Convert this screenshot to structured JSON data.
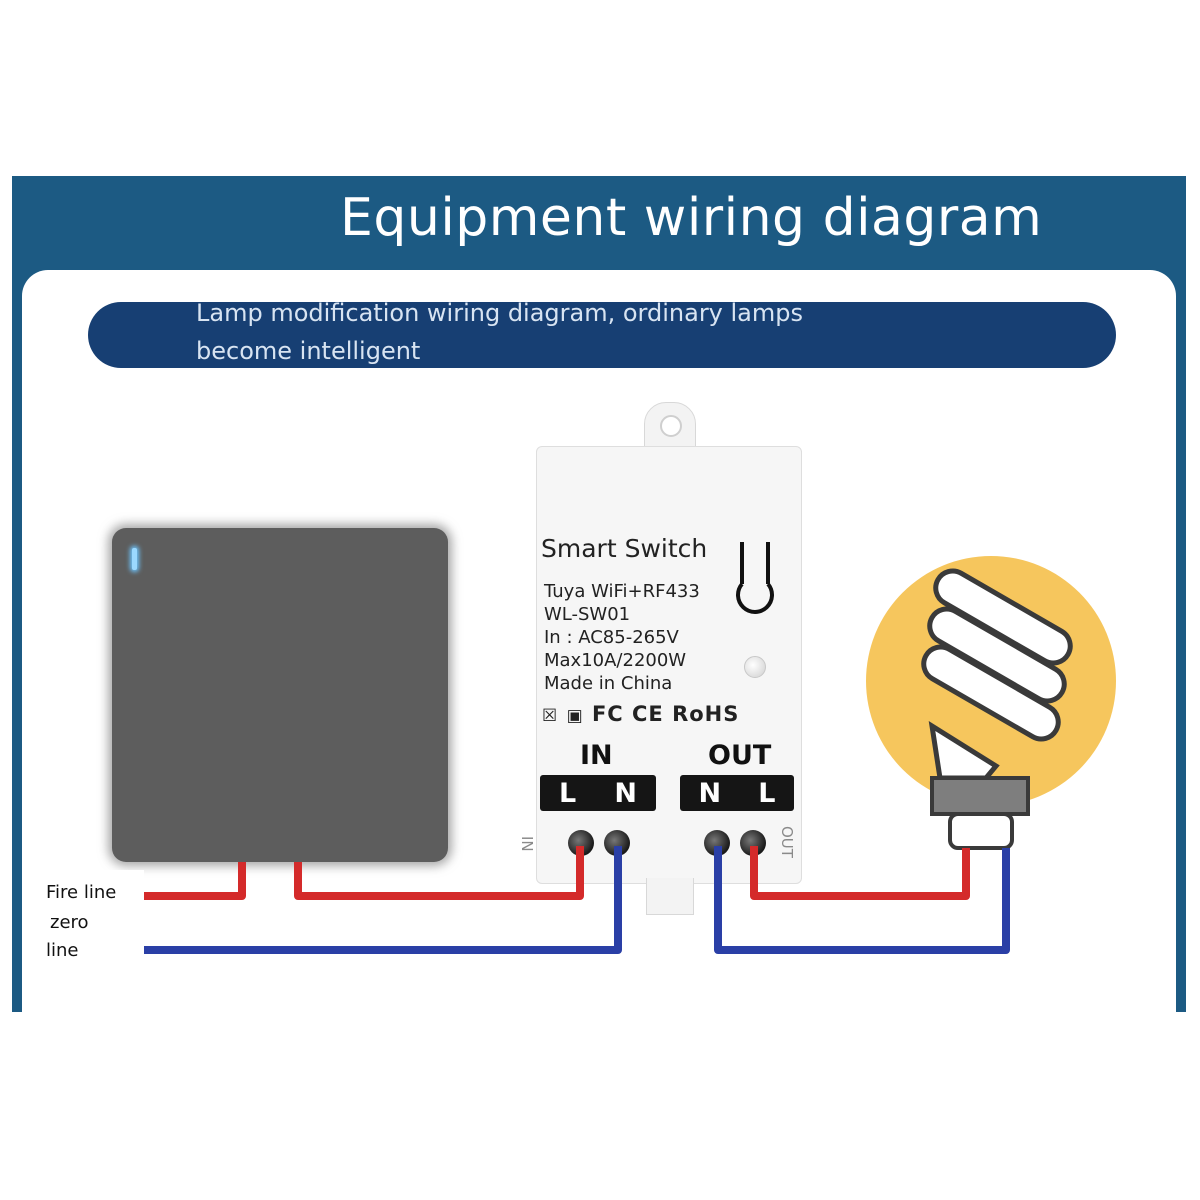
{
  "header": {
    "title": "Equipment wiring diagram",
    "subtitle_line1": "Lamp modification wiring diagram, ordinary lamps",
    "subtitle_line2": "become intelligent"
  },
  "module": {
    "name": "Smart Switch",
    "specs": [
      "Tuya WiFi+RF433",
      "WL-SW01",
      "In : AC85-265V",
      "Max10A/2200W",
      "Made in China"
    ],
    "certifications": "FC CE RoHS",
    "in_label": "IN",
    "out_label": "OUT",
    "in_terminals": [
      "L",
      "N"
    ],
    "out_terminals": [
      "N",
      "L"
    ],
    "side_in": "IN",
    "side_out": "OUT"
  },
  "legend": {
    "fire": "Fire line",
    "zero": "zero",
    "line": "line"
  },
  "colors": {
    "frame": "#1c5a83",
    "pill": "#173f73",
    "fire_wire": "#d42a2a",
    "zero_wire": "#2a3fa6",
    "lamp_glow": "#f6c65d",
    "switch_body": "#5d5d5d"
  },
  "icons": {
    "wall_switch": "wall-switch",
    "bulb": "cfl-bulb-icon",
    "button": "push-button-icon"
  }
}
